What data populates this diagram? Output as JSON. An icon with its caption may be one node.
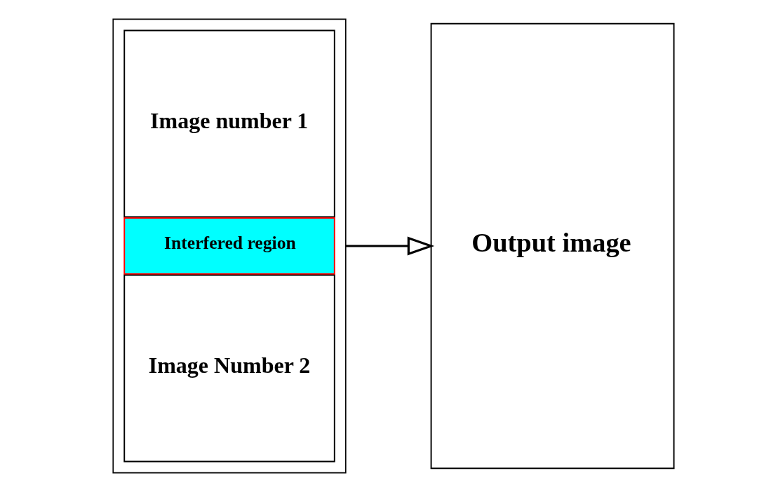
{
  "diagram": {
    "nodes": [
      {
        "text": [],
        "shape": "box"
      },
      {
        "text": [
          "Image number 1"
        ],
        "in": 0
      },
      {
        "text": [
          "Interfered region"
        ],
        "in": 0
      },
      {
        "text": [
          "Image Number 2"
        ],
        "in": 0
      },
      {
        "text": [
          "Output image"
        ]
      }
    ],
    "edges": [
      {
        "from": 0,
        "to": 4,
        "arrow": "to"
      }
    ]
  }
}
